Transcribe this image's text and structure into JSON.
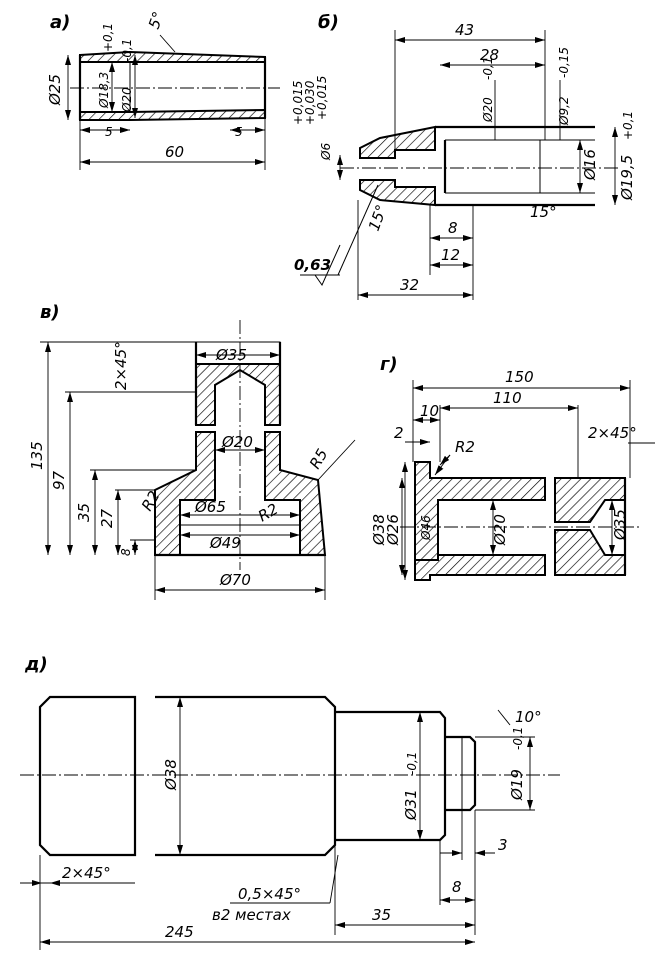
{
  "views": {
    "a": {
      "label": "а)",
      "dims": {
        "outer_dia": "Ø25",
        "bore_dia": "Ø18,3",
        "mid_dia": "Ø20",
        "mid_tol": "-0,1",
        "top_tol": "+0,1",
        "angle": "5°",
        "left_len": "5",
        "right_len": "5",
        "total_len": "60"
      }
    },
    "b": {
      "label": "б)",
      "dims": {
        "overall": "43",
        "d28": "28",
        "d20": "Ø20",
        "d20_tol": "-0,1",
        "d9": "Ø9,2",
        "d9_tol": "-0,15",
        "d6": "Ø6",
        "d6_tol": "+0,015",
        "d6_tol2": "+0,030",
        "d6_tol3": "+0,015",
        "d16": "Ø16",
        "d19": "Ø19,5",
        "d19_tol": "+0,1",
        "ang_left": "15°",
        "ang_right": "15°",
        "len8": "8",
        "len12": "12",
        "len32": "32",
        "roughness": "0,63"
      }
    },
    "v": {
      "label": "в)",
      "dims": {
        "d35": "Ø35",
        "chamfer": "2×45°",
        "d20": "Ø20",
        "r5": "R5",
        "d65": "Ø65",
        "r2a": "R2",
        "r2b": "R2",
        "d49": "Ø49",
        "d70": "Ø70",
        "h135": "135",
        "h97": "97",
        "h35": "35",
        "h27": "27",
        "h8": "8"
      }
    },
    "g": {
      "label": "г)",
      "dims": {
        "l150": "150",
        "l110": "110",
        "l10": "10",
        "l2": "2",
        "chamfer": "2×45°",
        "r2": "R2",
        "d38": "Ø38",
        "d26": "Ø26",
        "d46": "Ø46",
        "d20": "Ø20",
        "d35": "Ø35"
      }
    },
    "d": {
      "label": "д)",
      "dims": {
        "d38": "Ø38",
        "d31": "Ø31",
        "d31_tol": "-0,1",
        "d19": "Ø19",
        "d19_tol": "-0,1",
        "angle": "10°",
        "l3": "3",
        "l8": "8",
        "l35": "35",
        "l245": "245",
        "chamfer_left": "2×45°",
        "chamfer_mid": "0,5×45°",
        "chamfer_note": "в2 местах"
      }
    }
  }
}
